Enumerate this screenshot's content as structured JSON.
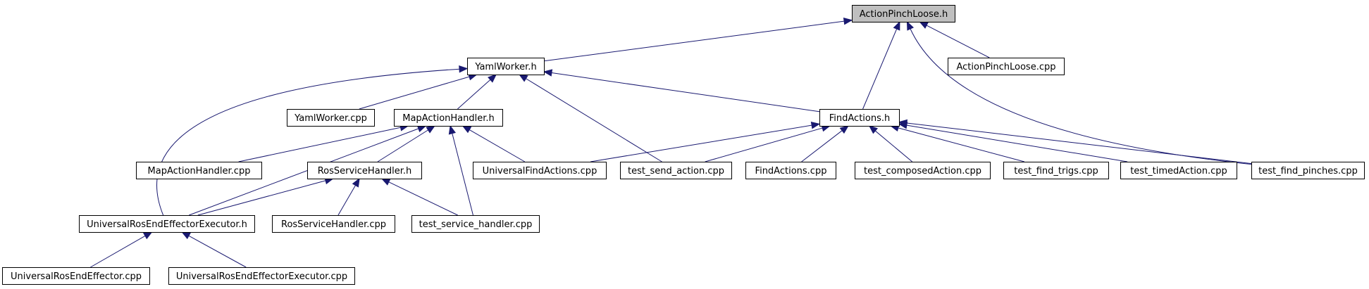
{
  "colors": {
    "edge": "#191970",
    "root_fill": "#bfbfbf",
    "node_fill": "#ffffff",
    "node_border": "#000000"
  },
  "nodes": {
    "action_pinch_loose_h": "ActionPinchLoose.h",
    "yaml_worker_h": "YamlWorker.h",
    "action_pinch_loose_cpp": "ActionPinchLoose.cpp",
    "yaml_worker_cpp": "YamlWorker.cpp",
    "map_action_handler_h": "MapActionHandler.h",
    "find_actions_h": "FindActions.h",
    "map_action_handler_cpp": "MapActionHandler.cpp",
    "ros_service_handler_h": "RosServiceHandler.h",
    "universal_find_actions_cpp": "UniversalFindActions.cpp",
    "test_send_action_cpp": "test_send_action.cpp",
    "find_actions_cpp": "FindActions.cpp",
    "test_composed_action_cpp": "test_composedAction.cpp",
    "test_find_trigs_cpp": "test_find_trigs.cpp",
    "test_timed_action_cpp": "test_timedAction.cpp",
    "test_find_pinches_cpp": "test_find_pinches.cpp",
    "universal_ros_end_effector_executor_h": "UniversalRosEndEffectorExecutor.h",
    "ros_service_handler_cpp": "RosServiceHandler.cpp",
    "test_service_handler_cpp": "test_service_handler.cpp",
    "universal_ros_end_effector_cpp": "UniversalRosEndEffector.cpp",
    "universal_ros_end_effector_executor_cpp": "UniversalRosEndEffectorExecutor.cpp"
  }
}
